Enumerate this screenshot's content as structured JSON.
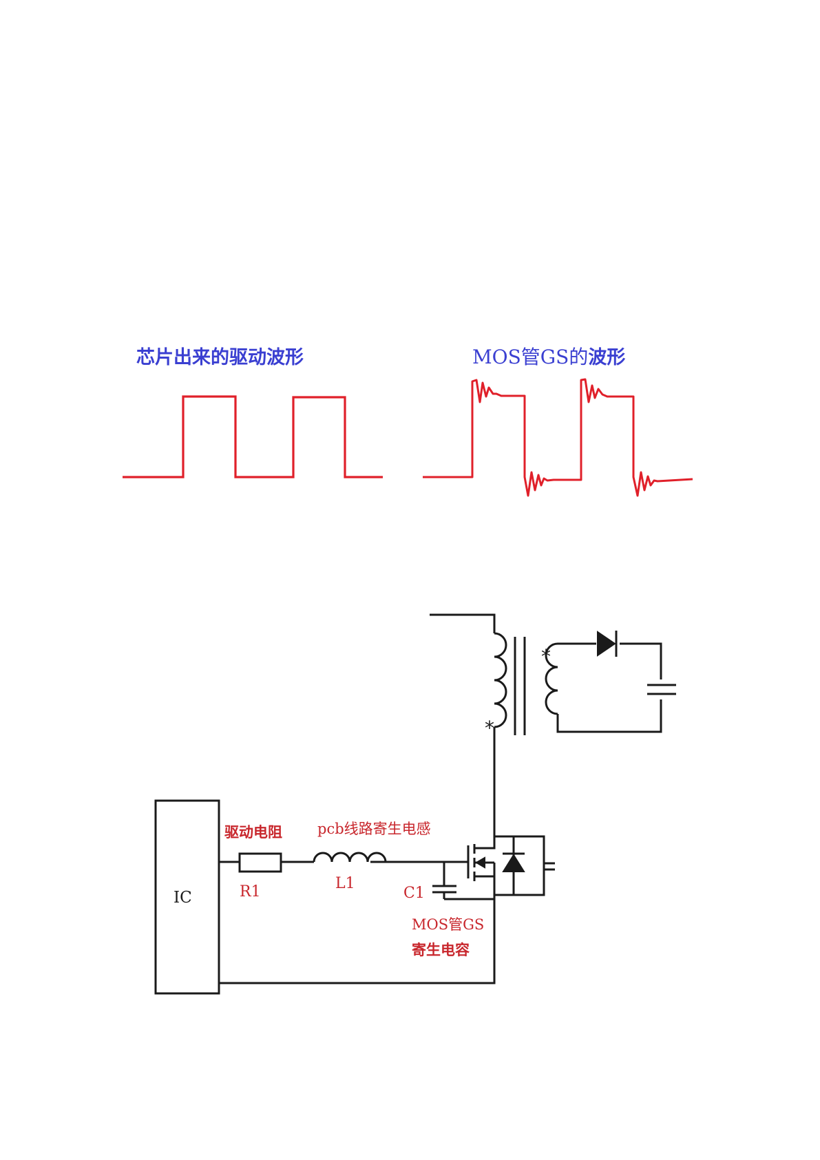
{
  "colors": {
    "waveform": "#e0202a",
    "title": "#3a3fd1",
    "label_red": "#c8262c",
    "wire": "#1a1a1a"
  },
  "waveforms": {
    "left_title": "芯片出来的驱动波形",
    "right_title_prefix": "MOS管GS的",
    "right_title_suffix": "波形"
  },
  "circuit": {
    "ic_label": "IC",
    "r1_caption": "驱动电阻",
    "r1_ref": "R1",
    "l1_caption": "pcb线路寄生电感",
    "l1_ref": "L1",
    "c1_ref": "C1",
    "c1_caption_line1": "MOS管GS",
    "c1_caption_line2": "寄生电容",
    "dot_mark": "*"
  }
}
